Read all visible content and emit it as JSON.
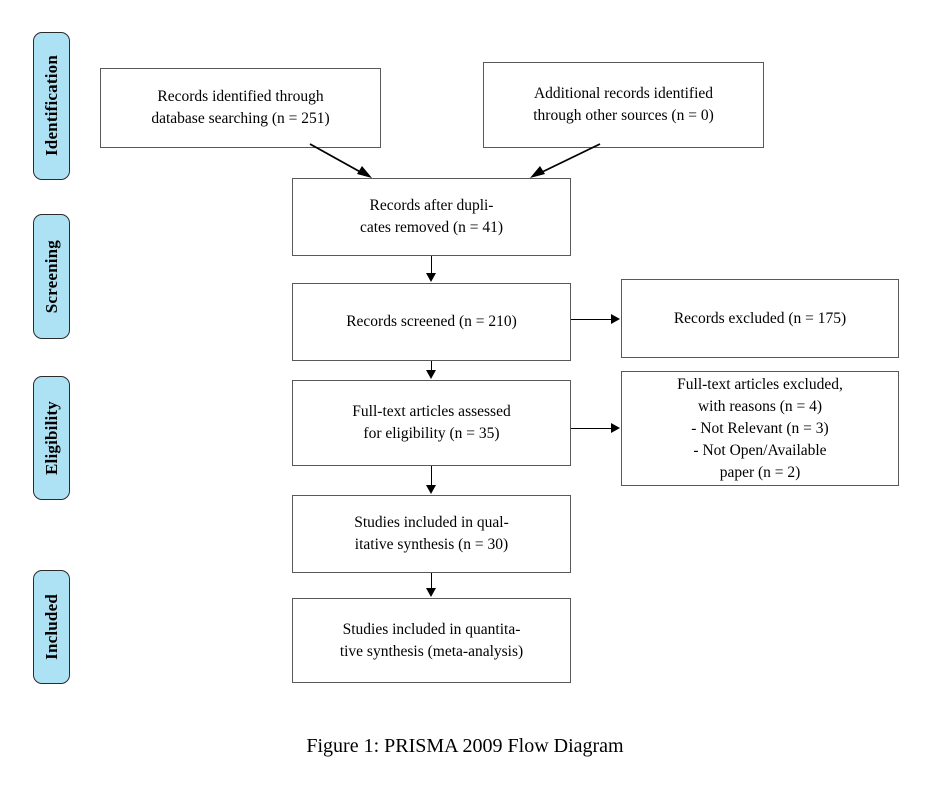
{
  "figure": {
    "caption": "Figure 1: PRISMA 2009 Flow Diagram",
    "box_border_color": "#595959",
    "stage_fill_color": "#ade2f4",
    "stage_border_color": "#2b2b2b",
    "connector_color": "#000000",
    "background_color": "#ffffff"
  },
  "stages": [
    {
      "label": "Identification"
    },
    {
      "label": "Screening"
    },
    {
      "label": "Eligibility"
    },
    {
      "label": "Included"
    }
  ],
  "boxes": {
    "records_identified": "Records identified through\ndatabase searching (n = 251)",
    "additional_records": "Additional records identified\nthrough other sources (n = 0)",
    "duplicates_removed": "Records after dupli-\ncates removed (n = 41)",
    "records_screened": "Records screened (n = 210)",
    "records_excluded": "Records excluded (n = 175)",
    "fulltext_assessed": "Full-text articles assessed\nfor eligibility (n = 35)",
    "fulltext_excluded": "Full-text articles excluded,\nwith reasons (n = 4)\n- Not Relevant (n = 3)\n- Not Open/Available\npaper (n = 2)",
    "qualitative_synthesis": "Studies included in qual-\nitative synthesis (n = 30)",
    "quantitative_synthesis": "Studies included in quantita-\ntive synthesis (meta-analysis)"
  },
  "chart_data": {
    "type": "diagram",
    "title": "Figure 1: PRISMA 2009 Flow Diagram",
    "stages": [
      "Identification",
      "Screening",
      "Eligibility",
      "Included"
    ],
    "nodes": [
      {
        "id": "records_identified",
        "stage": "Identification",
        "label": "Records identified through database searching",
        "n": 251
      },
      {
        "id": "additional_records",
        "stage": "Identification",
        "label": "Additional records identified through other sources",
        "n": 0
      },
      {
        "id": "duplicates_removed",
        "stage": "Screening",
        "label": "Records after duplicates removed",
        "n": 41
      },
      {
        "id": "records_screened",
        "stage": "Screening",
        "label": "Records screened",
        "n": 210
      },
      {
        "id": "records_excluded",
        "stage": "Screening",
        "label": "Records excluded",
        "n": 175
      },
      {
        "id": "fulltext_assessed",
        "stage": "Eligibility",
        "label": "Full-text articles assessed for eligibility",
        "n": 35
      },
      {
        "id": "fulltext_excluded",
        "stage": "Eligibility",
        "label": "Full-text articles excluded, with reasons",
        "n": 4,
        "reasons": [
          {
            "label": "Not Relevant",
            "n": 3
          },
          {
            "label": "Not Open/Available paper",
            "n": 2
          }
        ]
      },
      {
        "id": "qualitative_synthesis",
        "stage": "Included",
        "label": "Studies included in qualitative synthesis",
        "n": 30
      },
      {
        "id": "quantitative_synthesis",
        "stage": "Included",
        "label": "Studies included in quantitative synthesis (meta-analysis)",
        "n": null
      }
    ],
    "edges": [
      {
        "from": "records_identified",
        "to": "duplicates_removed"
      },
      {
        "from": "additional_records",
        "to": "duplicates_removed"
      },
      {
        "from": "duplicates_removed",
        "to": "records_screened"
      },
      {
        "from": "records_screened",
        "to": "records_excluded"
      },
      {
        "from": "records_screened",
        "to": "fulltext_assessed"
      },
      {
        "from": "fulltext_assessed",
        "to": "fulltext_excluded"
      },
      {
        "from": "fulltext_assessed",
        "to": "qualitative_synthesis"
      },
      {
        "from": "qualitative_synthesis",
        "to": "quantitative_synthesis"
      }
    ]
  }
}
